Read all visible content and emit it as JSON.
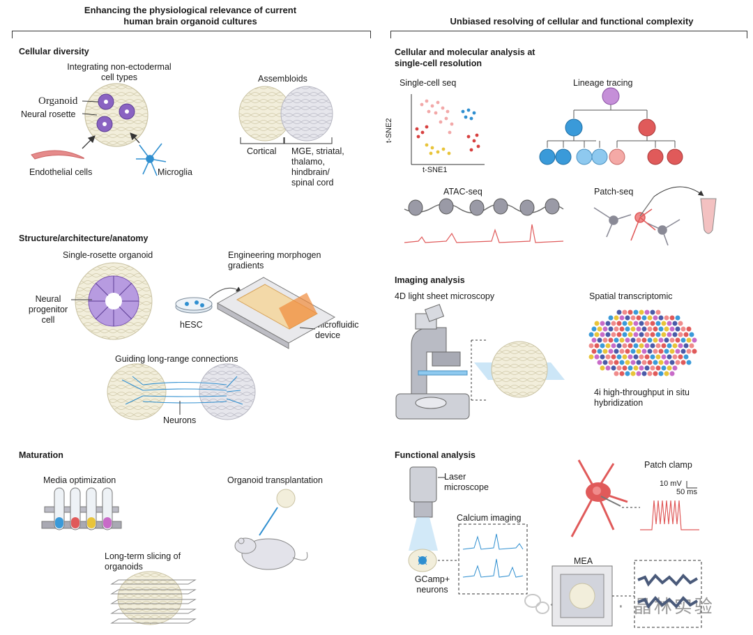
{
  "left_header": "Enhancing the physiological relevance of current human brain organoid cultures",
  "right_header": "Unbiased resolving of cellular and functional complexity",
  "left": {
    "cellular_diversity": {
      "title": "Cellular diversity",
      "integrating": "Integrating non-ectodermal cell types",
      "organoid": "Organoid",
      "neural_rosette": "Neural rosette",
      "endothelial": "Endothelial cells",
      "microglia": "Microglia",
      "assembloids": "Assembloids",
      "cortical": "Cortical",
      "mge": "MGE, striatal, thalamo, hindbrain/ spinal cord"
    },
    "structure": {
      "title": "Structure/architecture/anatomy",
      "single_rosette": "Single-rosette organoid",
      "neural_progenitor": "Neural progenitor cell",
      "engineering": "Engineering morphogen gradients",
      "hesc": "hESC",
      "microfluidic": "Microfluidic device",
      "guiding": "Guiding long-range connections",
      "neurons": "Neurons"
    },
    "maturation": {
      "title": "Maturation",
      "media": "Media optimization",
      "transplant": "Organoid transplantation",
      "slicing": "Long-term slicing of organoids"
    }
  },
  "right": {
    "cellular": {
      "title": "Cellular and molecular analysis at single-cell resolution",
      "scseq": "Single-cell seq",
      "tsne2": "t-SNE2",
      "tsne1": "t-SNE1",
      "lineage": "Lineage tracing",
      "atac": "ATAC-seq",
      "patchseq": "Patch-seq"
    },
    "imaging": {
      "title": "Imaging analysis",
      "light_sheet": "4D light sheet microscopy",
      "spatial": "Spatial transcriptomic",
      "fouri": "4i high-throughput in situ hybridization"
    },
    "functional": {
      "title": "Functional analysis",
      "laser": "Laser microscope",
      "calcium": "Calcium imaging",
      "gcamp": "GCamp+ neurons",
      "patch_clamp": "Patch clamp",
      "scale_mv": "10 mV",
      "scale_ms": "50 ms",
      "mea": "MEA"
    }
  },
  "watermark": "公众号 · 晶林实验",
  "colors": {
    "organoid_fill": "#f2eedb",
    "organoid_stroke": "#c9c2a2",
    "grey_organoid": "#e6e6ec",
    "rosette_purple": "#8a63c2",
    "microglia_blue": "#2f8fd0",
    "endothelial_pink": "#e58b8b",
    "red_cell": "#e05a5a",
    "blue_cell": "#3a9ad9",
    "yellow_cluster": "#e8c43a"
  }
}
